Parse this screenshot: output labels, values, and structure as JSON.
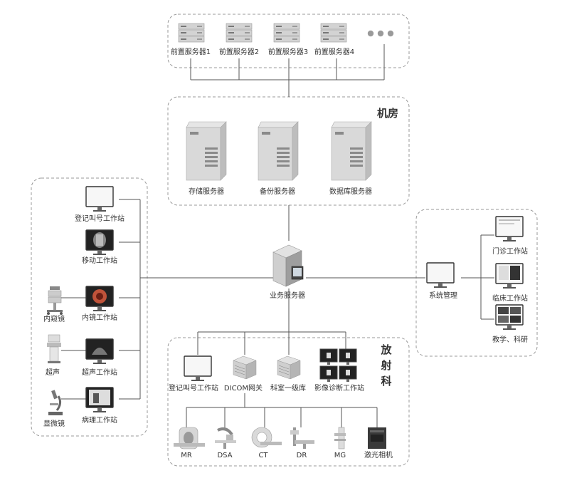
{
  "front_servers": {
    "items": [
      "前置服务器1",
      "前置服务器2",
      "前置服务器3",
      "前置服务器4"
    ],
    "more_icon": "ellipsis-dots-icon"
  },
  "machine_room": {
    "title": "机房",
    "servers": [
      "存储服务器",
      "备份服务器",
      "数据库服务器"
    ]
  },
  "business_server": {
    "label": "业务服务器"
  },
  "left_group": {
    "workstations": [
      "登记叫号工作站",
      "移动工作站",
      "内镜工作站",
      "超声工作站",
      "病理工作站"
    ],
    "devices": [
      "内窥镜",
      "超声",
      "显微镜"
    ]
  },
  "right_group": {
    "admin": "系统管理",
    "workstations": [
      "门诊工作站",
      "临床工作站",
      "教学、科研"
    ]
  },
  "radiology": {
    "title_chars": [
      "放",
      "射",
      "科"
    ],
    "nodes": [
      "登记叫号工作站",
      "DICOM网关",
      "科室一级库",
      "影像诊断工作站"
    ],
    "modalities": [
      "MR",
      "DSA",
      "CT",
      "DR",
      "MG",
      "激光相机"
    ]
  },
  "colors": {
    "line": "#555555",
    "dash": "#9a9a9a",
    "server": "#c9c9c9",
    "monitor_bezel": "#3a3a3a"
  }
}
